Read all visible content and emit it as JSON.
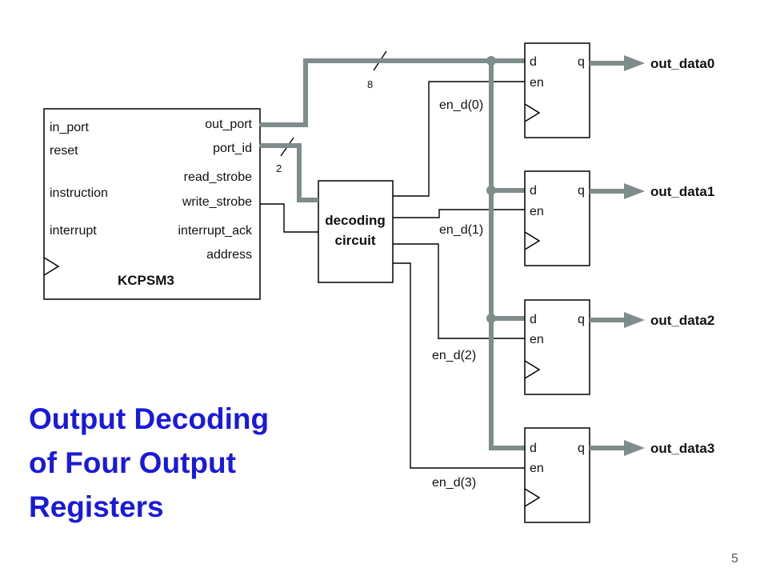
{
  "slide": {
    "title_lines": [
      "Output Decoding",
      "of Four Output",
      "Registers"
    ],
    "page_number": "5"
  },
  "kcpsm3": {
    "name": "KCPSM3",
    "inputs": [
      "in_port",
      "reset",
      "instruction",
      "interrupt"
    ],
    "outputs": [
      "out_port",
      "port_id",
      "read_strobe",
      "write_strobe",
      "interrupt_ack",
      "address"
    ]
  },
  "decoder": {
    "line1": "decoding",
    "line2": "circuit"
  },
  "bus_widths": {
    "data": "8",
    "port": "2"
  },
  "registers": [
    {
      "d": "d",
      "en": "en",
      "q": "q",
      "enable": "en_d(0)",
      "output": "out_data0"
    },
    {
      "d": "d",
      "en": "en",
      "q": "q",
      "enable": "en_d(1)",
      "output": "out_data1"
    },
    {
      "d": "d",
      "en": "en",
      "q": "q",
      "enable": "en_d(2)",
      "output": "out_data2"
    },
    {
      "d": "d",
      "en": "en",
      "q": "q",
      "enable": "en_d(3)",
      "output": "out_data3"
    }
  ],
  "colors": {
    "title": "#1a1adb",
    "bus": "#7f8c8c",
    "wire": "#000000",
    "page_number": "#555555"
  }
}
